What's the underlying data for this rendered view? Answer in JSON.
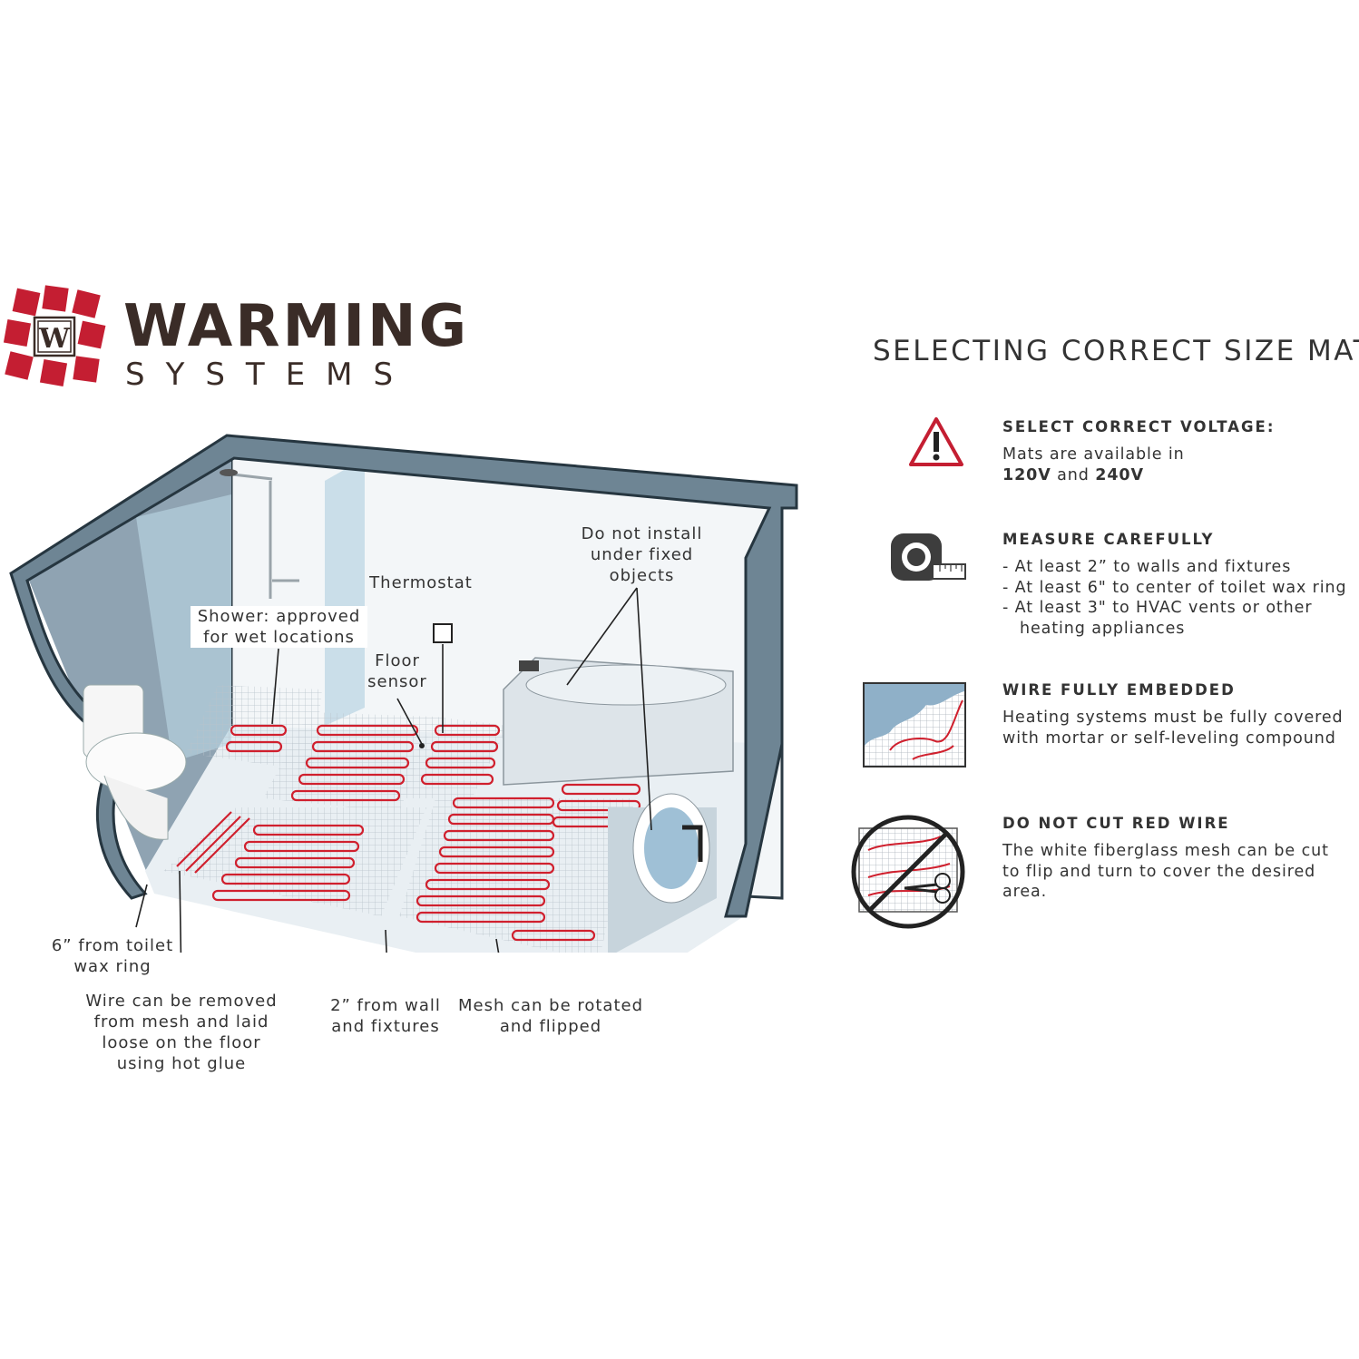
{
  "brand": {
    "logo_letter": "W",
    "name": "WARMING",
    "subtitle": "SYSTEMS",
    "red": "#c41e32",
    "dark": "#3a2c27"
  },
  "title": "SELECTING CORRECT SIZE MAT",
  "diagram": {
    "callouts": {
      "do_not_install": [
        "Do not install",
        "under fixed",
        "objects"
      ],
      "thermostat": "Thermostat",
      "shower": [
        "Shower: approved",
        "for wet locations"
      ],
      "floor_sensor": [
        "Floor",
        "sensor"
      ],
      "toilet": [
        "6” from toilet",
        "wax ring"
      ],
      "wire_removed": [
        "Wire can be removed",
        "from mesh and laid",
        "loose on the floor",
        "using hot glue"
      ],
      "wall_distance": [
        "2” from wall",
        "and fixtures"
      ],
      "mesh_rotated": [
        "Mesh can be rotated",
        "and flipped"
      ]
    },
    "colors": {
      "wire": "#d0202e",
      "wall": "#8fa8b8",
      "floor": "#e9eff3"
    }
  },
  "info": [
    {
      "icon": "warning-triangle-icon",
      "heading": "SELECT CORRECT VOLTAGE:",
      "line1": "Mats are available in",
      "v1": "120V",
      "and": " and ",
      "v2": "240V"
    },
    {
      "icon": "tape-measure-icon",
      "heading": "MEASURE CAREFULLY",
      "lines": [
        "- At least 2” to walls and fixtures",
        "- At least 6\" to center of toilet wax ring",
        "- At least 3\" to HVAC vents or other",
        "heating appliances"
      ]
    },
    {
      "icon": "embedded-wire-icon",
      "heading": "WIRE FULLY EMBEDDED",
      "lines": [
        "Heating systems must be fully covered",
        "with mortar or self-leveling compound"
      ]
    },
    {
      "icon": "no-cut-icon",
      "heading": "DO NOT CUT RED WIRE",
      "lines": [
        "The white fiberglass mesh can be cut",
        "to flip and turn to cover the desired",
        "area."
      ]
    }
  ]
}
